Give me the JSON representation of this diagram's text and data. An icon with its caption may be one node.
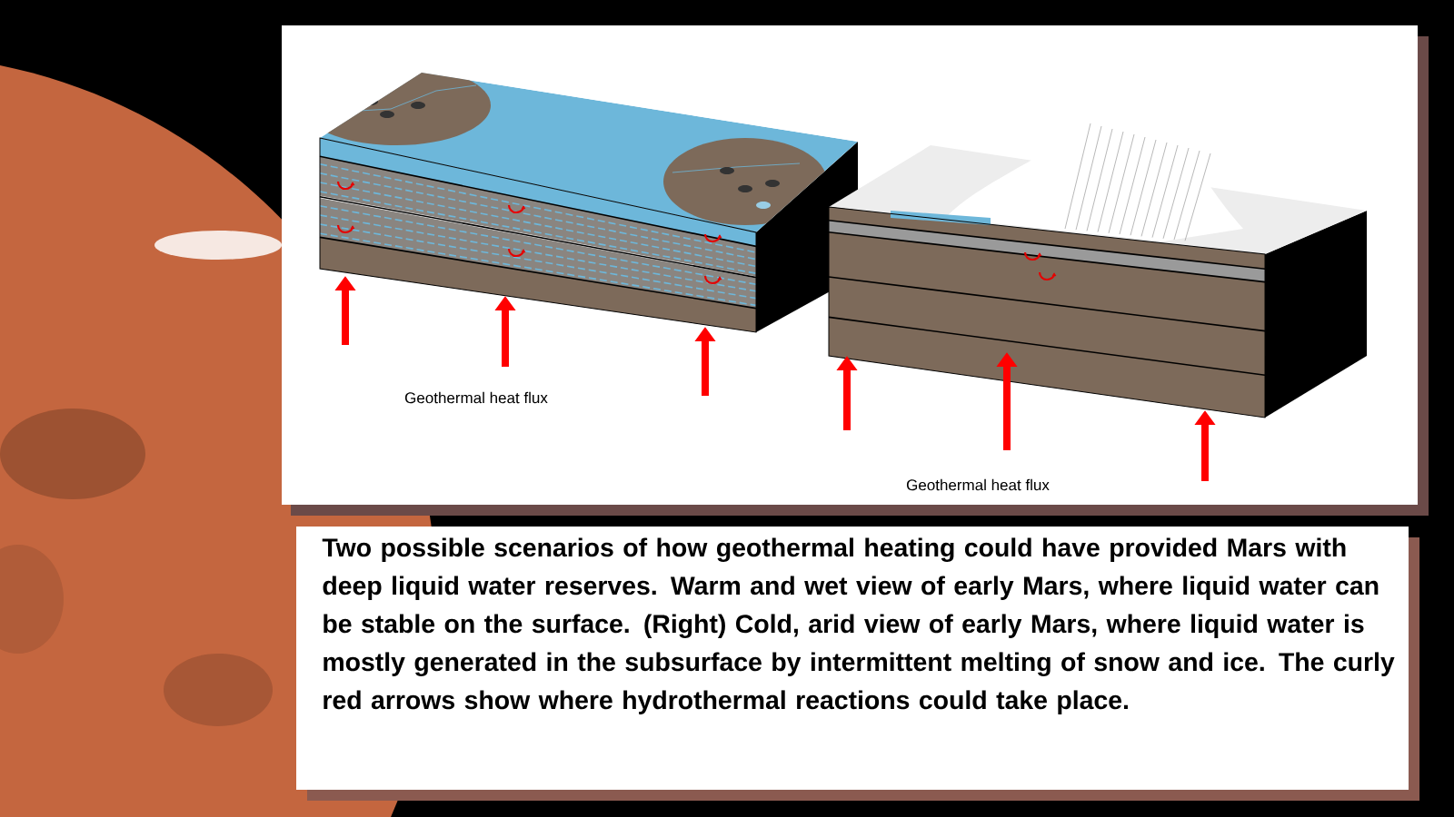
{
  "diagram": {
    "caption": "Two possible scenarios of how geothermal heating could have provided Mars with deep liquid water reserves. Warm and wet view of early Mars, where liquid water can be stable on the surface. (Right) Cold, arid view of early Mars, where liquid water is mostly generated in the subsurface by intermittent melting of snow and ice. The curly red arrows show where hydrothermal reactions could take place.",
    "labels": [
      "Geothermal heat flux",
      "Geothermal heat flux"
    ]
  }
}
